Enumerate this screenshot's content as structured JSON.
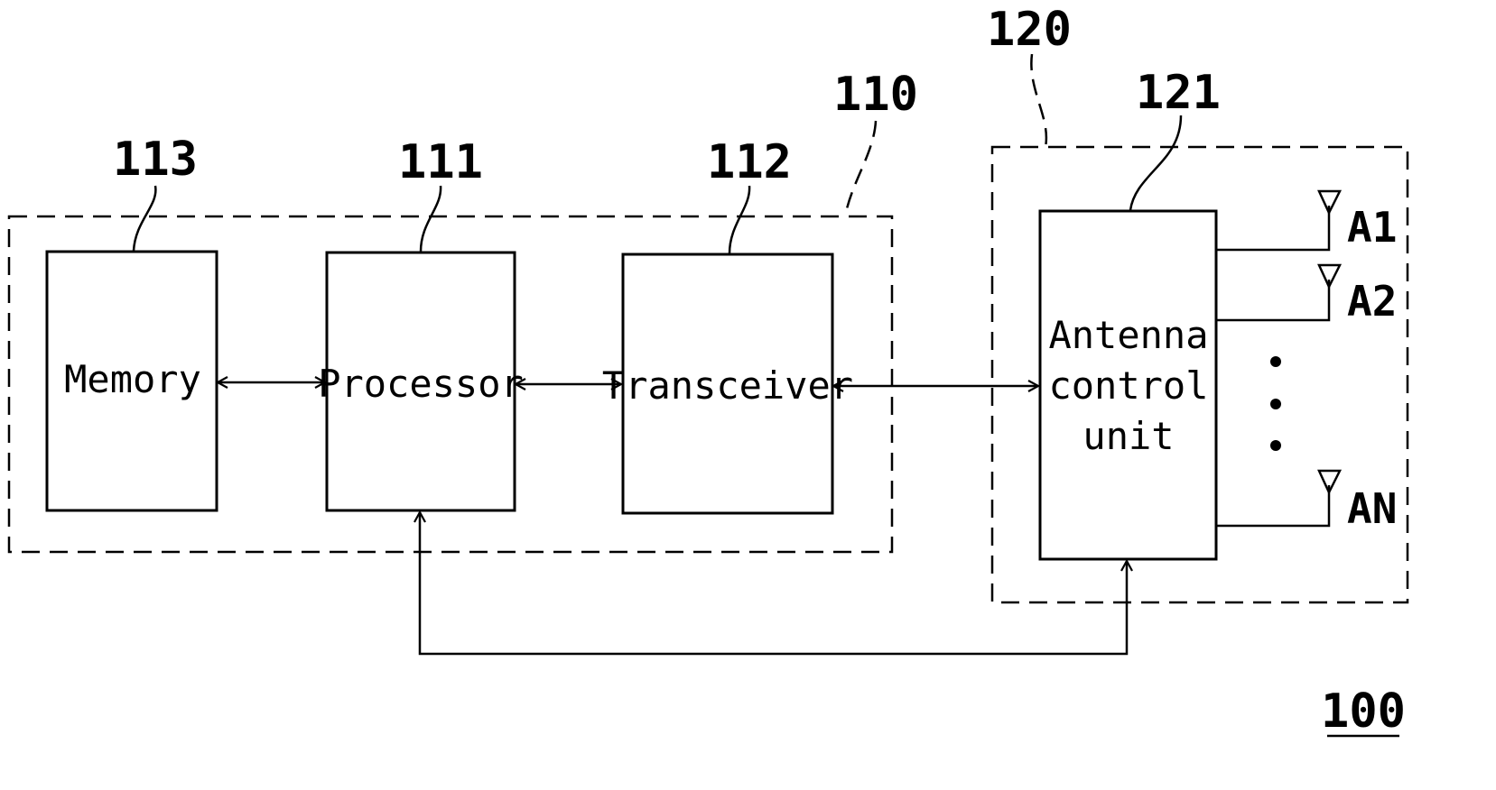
{
  "figure_ref": "100",
  "group_terminal": {
    "ref": "110"
  },
  "group_antenna": {
    "ref": "120"
  },
  "blocks": {
    "memory": {
      "label": "Memory",
      "ref": "113"
    },
    "processor": {
      "label": "Processor",
      "ref": "111"
    },
    "transceiver": {
      "label": "Transceiver",
      "ref": "112"
    },
    "antenna_control": {
      "label_lines": [
        "Antenna",
        "control",
        "unit"
      ],
      "ref": "121"
    }
  },
  "antennas": [
    "A1",
    "A2",
    "AN"
  ],
  "colors": {
    "line": "#000000",
    "background": "#ffffff"
  }
}
